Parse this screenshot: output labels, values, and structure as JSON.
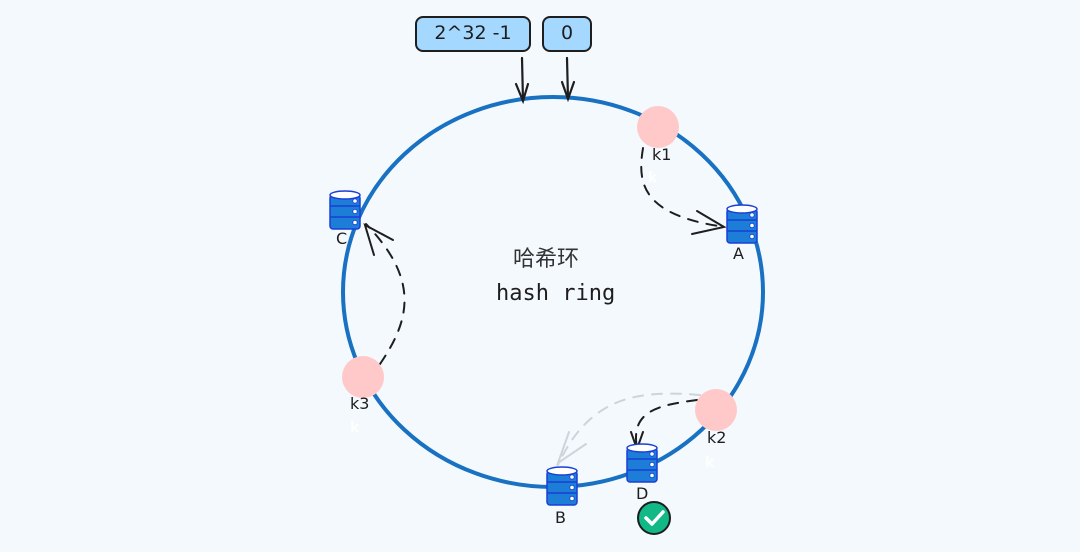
{
  "diagram": {
    "title_cn": "哈希环",
    "title_en": "hash ring",
    "range_labels": {
      "max": "2^32 -1",
      "min": "0"
    },
    "colors": {
      "background": "#f4f9fe",
      "ring": "#1971c2",
      "key_node": "#ffc9c9",
      "server_icon": "#1c7ed6",
      "label_box": "#a5d8ff",
      "arrow": "#1e1e1e",
      "faded_arrow": "#ced4da",
      "check_badge": "#12b886"
    },
    "servers": [
      {
        "id": "A",
        "label": "A",
        "icon": "database-icon"
      },
      {
        "id": "B",
        "label": "B",
        "icon": "database-icon"
      },
      {
        "id": "C",
        "label": "C",
        "icon": "database-icon"
      },
      {
        "id": "D",
        "label": "D",
        "icon": "database-icon"
      }
    ],
    "keys": [
      {
        "id": "k1",
        "label": "k1",
        "sublabel": "k",
        "maps_to": "A"
      },
      {
        "id": "k2",
        "label": "k2",
        "sublabel": "k",
        "maps_to": "D",
        "previously": "B"
      },
      {
        "id": "k3",
        "label": "k3",
        "sublabel": "k",
        "maps_to": "C"
      }
    ],
    "badge": {
      "icon": "check-icon",
      "attached_to": "D"
    }
  }
}
